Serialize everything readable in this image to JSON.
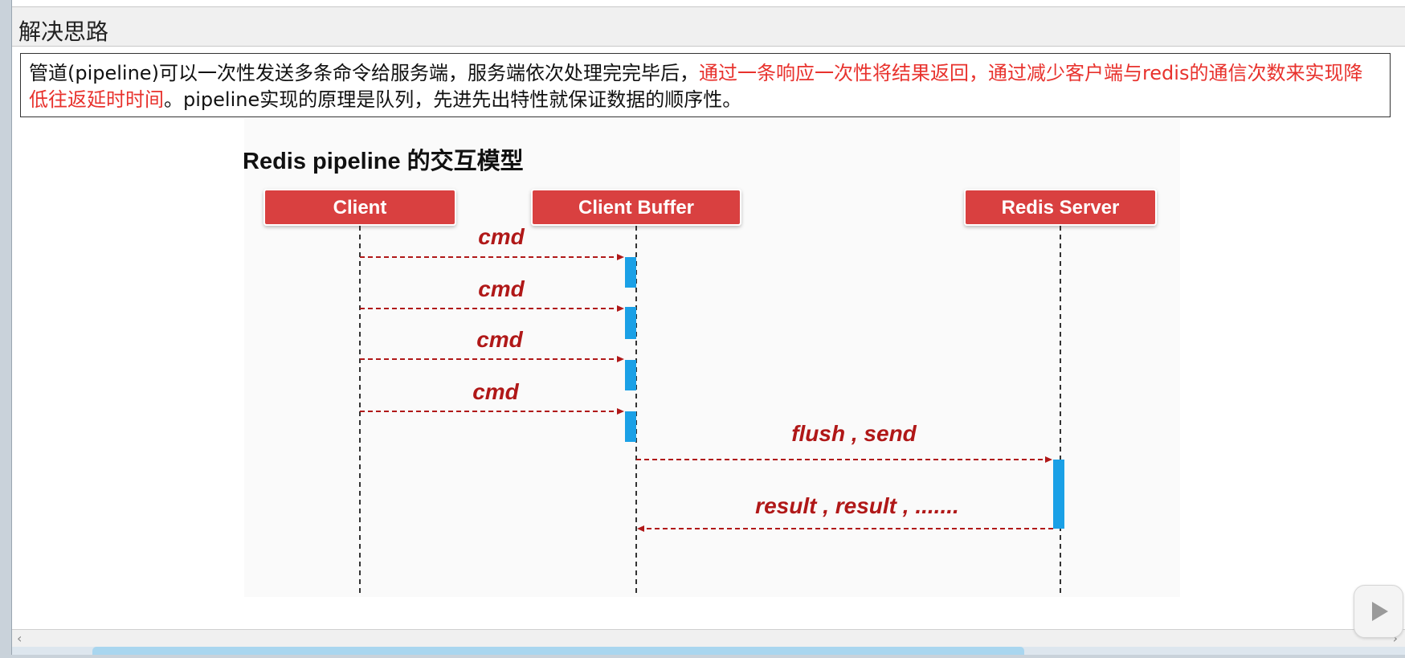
{
  "window": {
    "title": "解决思路"
  },
  "note": {
    "text1": "管道(pipeline)可以一次性发送多条命令给服务端，服务端依次处理完完毕后，",
    "text2_red": "通过一条响应一次性将结果返回，通过减少客户端与redis的通信次数来实现降低往返延时时间",
    "text3": "。pipeline实现的原理是队列，先进先出特性就保证数据的顺序性。"
  },
  "diagram": {
    "title": "Redis pipeline 的交互模型",
    "participants": [
      "Client",
      "Client Buffer",
      "Redis Server"
    ],
    "messages": [
      "cmd",
      "cmd",
      "cmd",
      "cmd",
      "flush , send",
      "result , result , ......."
    ]
  },
  "scrollbar": {
    "left_arrow": "‹",
    "right_arrow": "›"
  },
  "colors": {
    "participant_box": "#d9403f",
    "message_text": "#b01818",
    "activation": "#1aa0e6",
    "note_highlight": "#e8322d"
  },
  "icons": {
    "float_button": "play-icon"
  }
}
